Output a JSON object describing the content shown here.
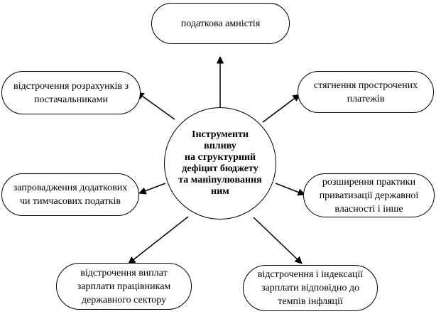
{
  "center": {
    "label": "Інструменти\nвпливу\nна структурний\nдефіцит бюджету\nта маніпулювання\nним"
  },
  "nodes": [
    {
      "id": "tax-amnesty",
      "label": "податкова амністія"
    },
    {
      "id": "collection-overdue",
      "label": "стягнення прострочених\nплатежів"
    },
    {
      "id": "privatization",
      "label": "розширення практики\nприватизації державної\nвласності і інше"
    },
    {
      "id": "indexation-deferral",
      "label": "відстрочення і індексації\nзарплати відповідно до\nтемпів інфляції"
    },
    {
      "id": "wage-deferral",
      "label": "відстрочення виплат\nзарплати працівникам\nдержавного сектору"
    },
    {
      "id": "additional-taxes",
      "label": "запровадження додаткових\nчи тимчасових податків"
    },
    {
      "id": "supplier-deferral",
      "label": "відстрочення розрахунків з\nпостачальниками"
    }
  ]
}
